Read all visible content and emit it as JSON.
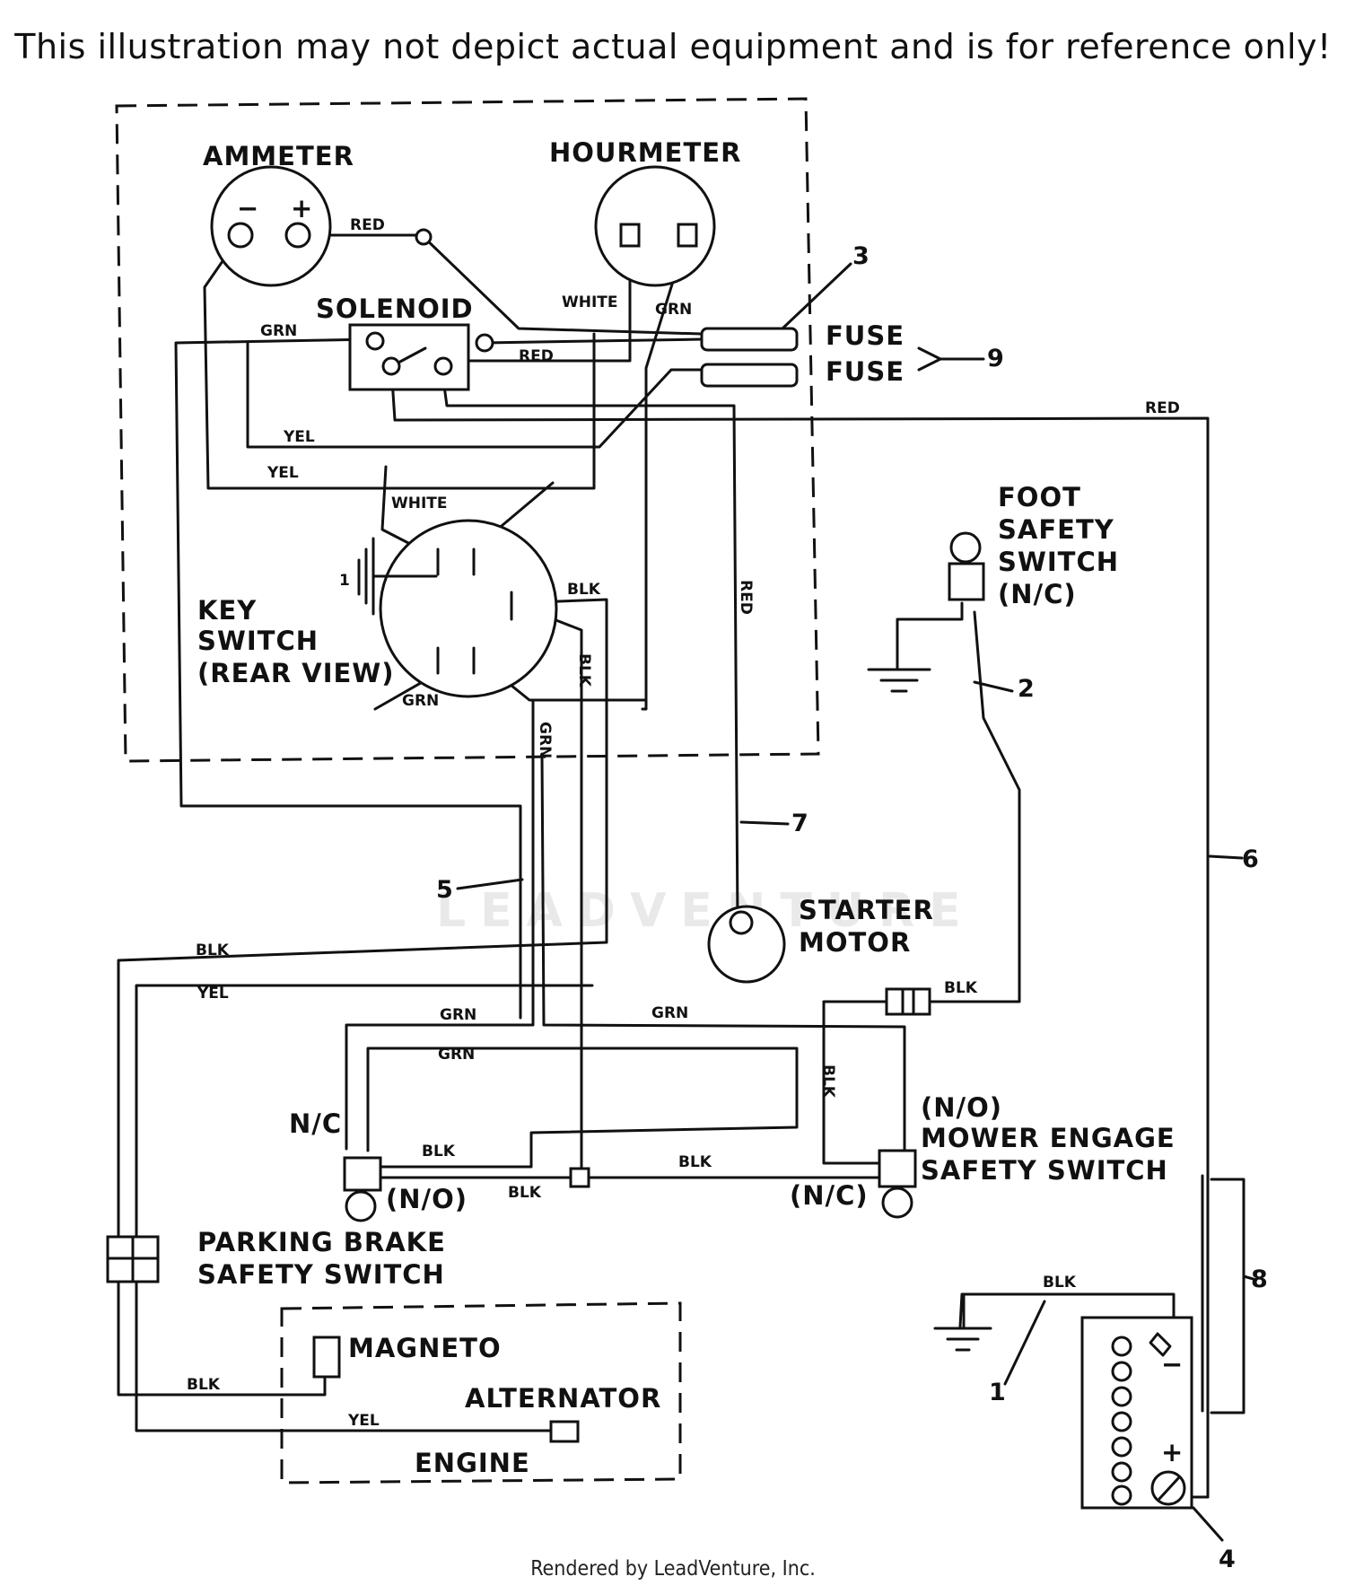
{
  "header": {
    "disclaimer": "This illustration may not depict actual equipment and is for reference only!"
  },
  "footer": {
    "rendered_by": "Rendered by LeadVenture, Inc."
  },
  "watermark": {
    "text": "LEADVENTURE"
  },
  "components": {
    "ammeter": "AMMETER",
    "hourmeter": "HOURMETER",
    "solenoid": "SOLENOID",
    "fuse_1": "FUSE",
    "fuse_2": "FUSE",
    "key_switch": [
      "KEY",
      "SWITCH",
      "(REAR VIEW)"
    ],
    "foot_safety_switch": [
      "FOOT",
      "SAFETY",
      "SWITCH",
      "(N/C)"
    ],
    "starter_motor": [
      "STARTER",
      "MOTOR"
    ],
    "mower_engage_safety_switch": [
      "(N/O)",
      "MOWER ENGAGE",
      "SAFETY SWITCH"
    ],
    "parking_brake_safety_switch": [
      "PARKING BRAKE",
      "SAFETY SWITCH"
    ],
    "magneto": "MAGNETO",
    "alternator": "ALTERNATOR",
    "engine": "ENGINE"
  },
  "states": {
    "nc_left": "N/C",
    "no_left": "(N/O)",
    "nc_right": "(N/C)"
  },
  "polarity": {
    "minus": "−",
    "plus": "+",
    "batt_minus": "−",
    "batt_plus": "+"
  },
  "key_ground_mark": "1",
  "wire_labels": {
    "red_ammeter": "RED",
    "red_solenoid": "RED",
    "red_right": "RED",
    "red_vertical": "RED",
    "white_hour": "WHITE",
    "white_key": "WHITE",
    "grn_hour": "GRN",
    "grn_solenoid": "GRN",
    "grn_key": "GRN",
    "grn_vertical": "GRN",
    "grn_mid1": "GRN",
    "grn_mid2": "GRN",
    "grn_mid3": "GRN",
    "yel_1": "YEL",
    "yel_2": "YEL",
    "yel_left": "YEL",
    "yel_engine": "YEL",
    "blk_key": "BLK",
    "blk_vertical": "BLK",
    "blk_left": "BLK",
    "blk_foot": "BLK",
    "blk_vertical2": "BLK",
    "blk_pb1": "BLK",
    "blk_pb2": "BLK",
    "blk_pb3": "BLK",
    "blk_magneto": "BLK",
    "blk_battery": "BLK"
  },
  "callouts": [
    "1",
    "2",
    "3",
    "4",
    "5",
    "6",
    "7",
    "8",
    "9"
  ]
}
